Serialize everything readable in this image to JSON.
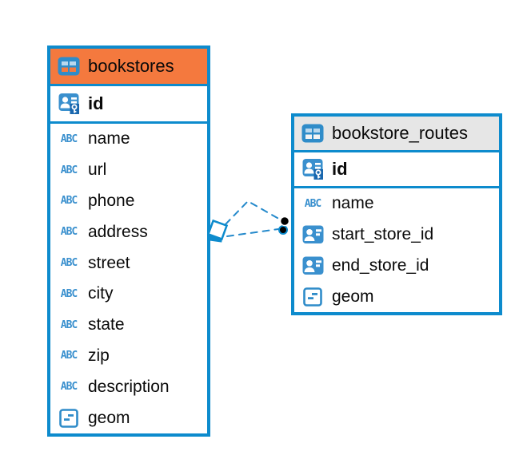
{
  "diagram": {
    "tables": [
      {
        "name": "bookstores",
        "header_bg": "#f4793e",
        "columns": [
          {
            "name": "id",
            "type": "primary-key"
          },
          {
            "name": "name",
            "type": "text"
          },
          {
            "name": "url",
            "type": "text"
          },
          {
            "name": "phone",
            "type": "text"
          },
          {
            "name": "address",
            "type": "text"
          },
          {
            "name": "street",
            "type": "text"
          },
          {
            "name": "city",
            "type": "text"
          },
          {
            "name": "state",
            "type": "text"
          },
          {
            "name": "zip",
            "type": "text"
          },
          {
            "name": "description",
            "type": "text"
          },
          {
            "name": "geom",
            "type": "geometry"
          }
        ]
      },
      {
        "name": "bookstore_routes",
        "header_bg": "#e6e6e6",
        "columns": [
          {
            "name": "id",
            "type": "primary-key"
          },
          {
            "name": "name",
            "type": "text"
          },
          {
            "name": "start_store_id",
            "type": "foreign-key"
          },
          {
            "name": "end_store_id",
            "type": "foreign-key"
          },
          {
            "name": "geom",
            "type": "geometry"
          }
        ]
      }
    ],
    "relationship": {
      "style": "dashed",
      "line_count": 2,
      "endpoints": [
        "bookstores",
        "bookstore_routes"
      ]
    }
  },
  "icons": {
    "text_glyph": "ABC"
  },
  "colors": {
    "table_border_blue": "#0d8bcd",
    "icon_blue": "#3a90ce",
    "key_patch_blue": "#1967ae",
    "orange_header": "#f4793e",
    "gray_header": "#e6e6e6",
    "connector_blue": "#2489cb",
    "endpoint_dot": "#000000"
  }
}
